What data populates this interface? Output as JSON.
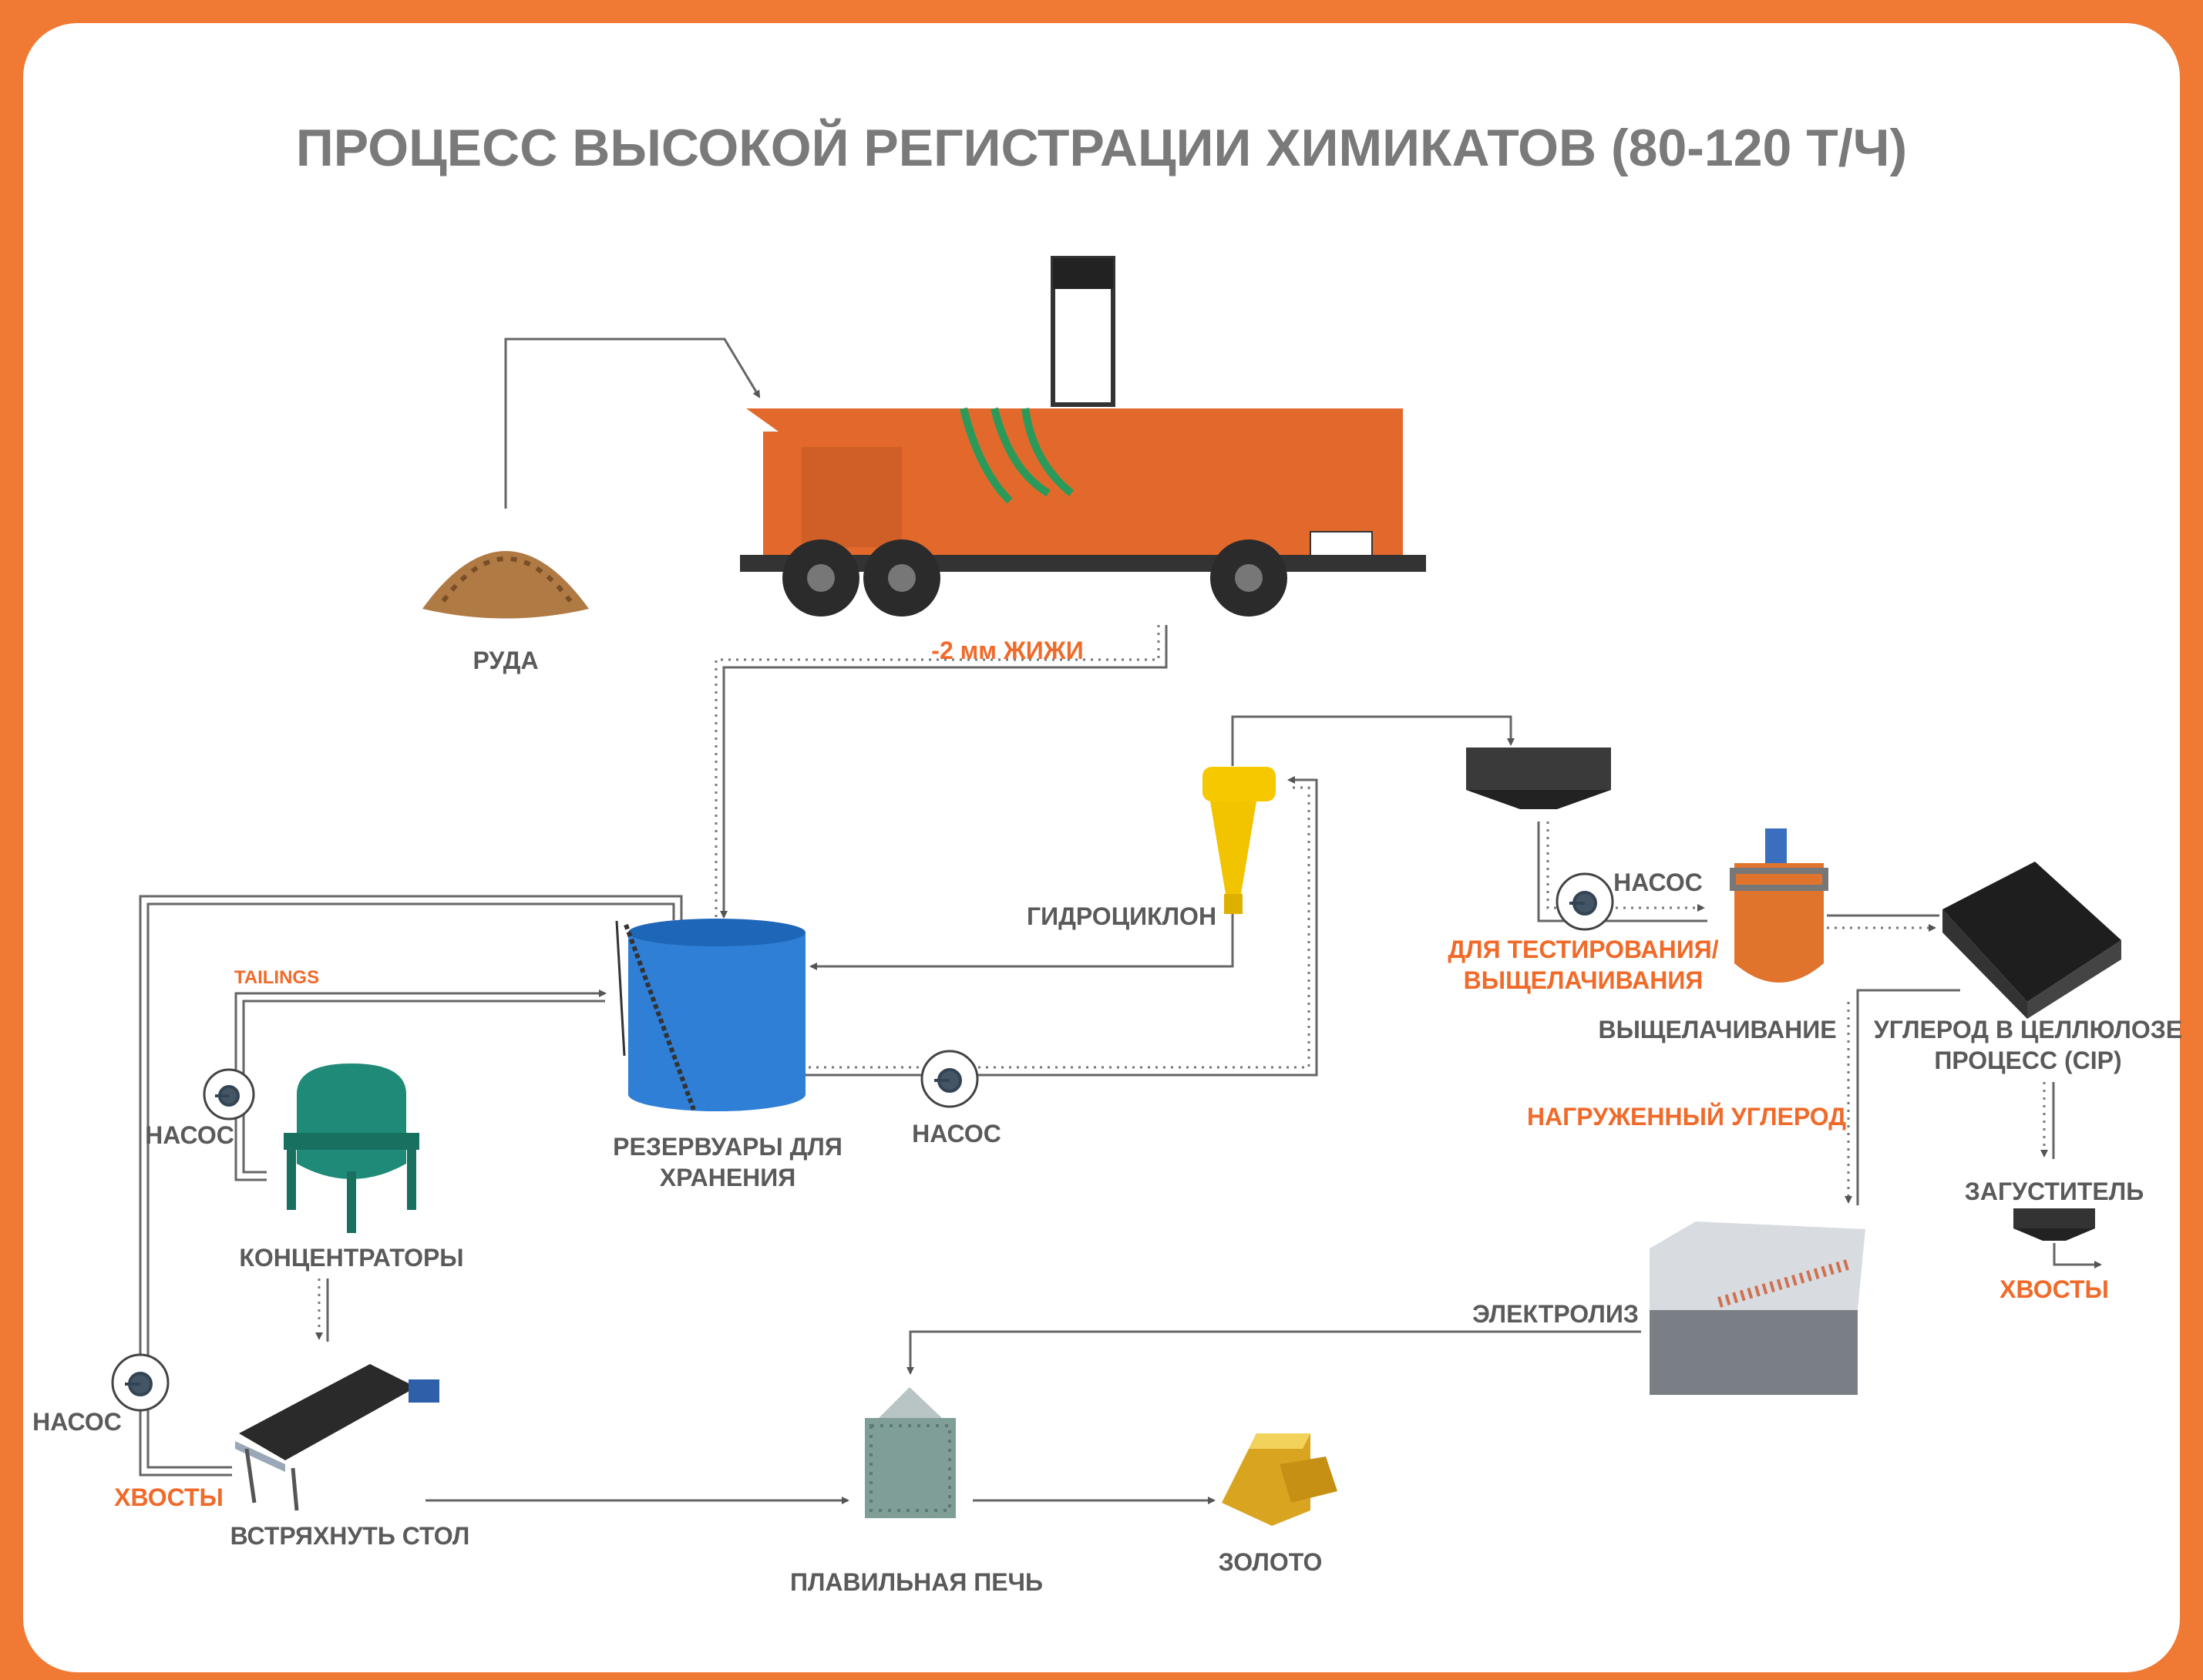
{
  "title": "ПРОЦЕСС ВЫСОКОЙ РЕГИСТРАЦИИ ХИМИКАТОВ (80-120 Т/Ч)",
  "labels": {
    "ore": "РУДА",
    "slurry": "-2 мм ЖИЖИ",
    "hydrocyclone": "ГИДРОЦИКЛОН",
    "pump_top": "НАСОС",
    "testing_line1": "ДЛЯ ТЕСТИРОВАНИЯ/",
    "testing_line2": "ВЫЩЕЛАЧИВАНИЯ",
    "leaching": "ВЫЩЕЛАЧИВАНИЕ",
    "cip_line1": "УГЛЕРОД В ЦЕЛЛЮЛОЗЕ",
    "cip_line2": "ПРОЦЕСС (CIP)",
    "loaded_carbon": "НАГРУЖЕННЫЙ УГЛЕРОД",
    "thickener": "ЗАГУСТИТЕЛЬ",
    "tails_right": "ХВОСТЫ",
    "electrolysis": "ЭЛЕКТРОЛИЗ",
    "tanks_line1": "РЕЗЕРВУАРЫ ДЛЯ",
    "tanks_line2": "ХРАНЕНИЯ",
    "pump_mid": "НАСОС",
    "tailings": "TAILINGS",
    "pump_left": "НАСОС",
    "concentrators": "КОНЦЕНТРАТОРЫ",
    "pump_bottom": "НАСОС",
    "tails_left": "ХВОСТЫ",
    "shaking_table": "ВСТРЯХНУТЬ СТОЛ",
    "furnace": "ПЛАВИЛЬНАЯ ПЕЧЬ",
    "gold": "ЗОЛОТО"
  },
  "colors": {
    "frame": "#f07a34",
    "accent_text": "#f06a2a",
    "text": "#5a5a5a"
  }
}
